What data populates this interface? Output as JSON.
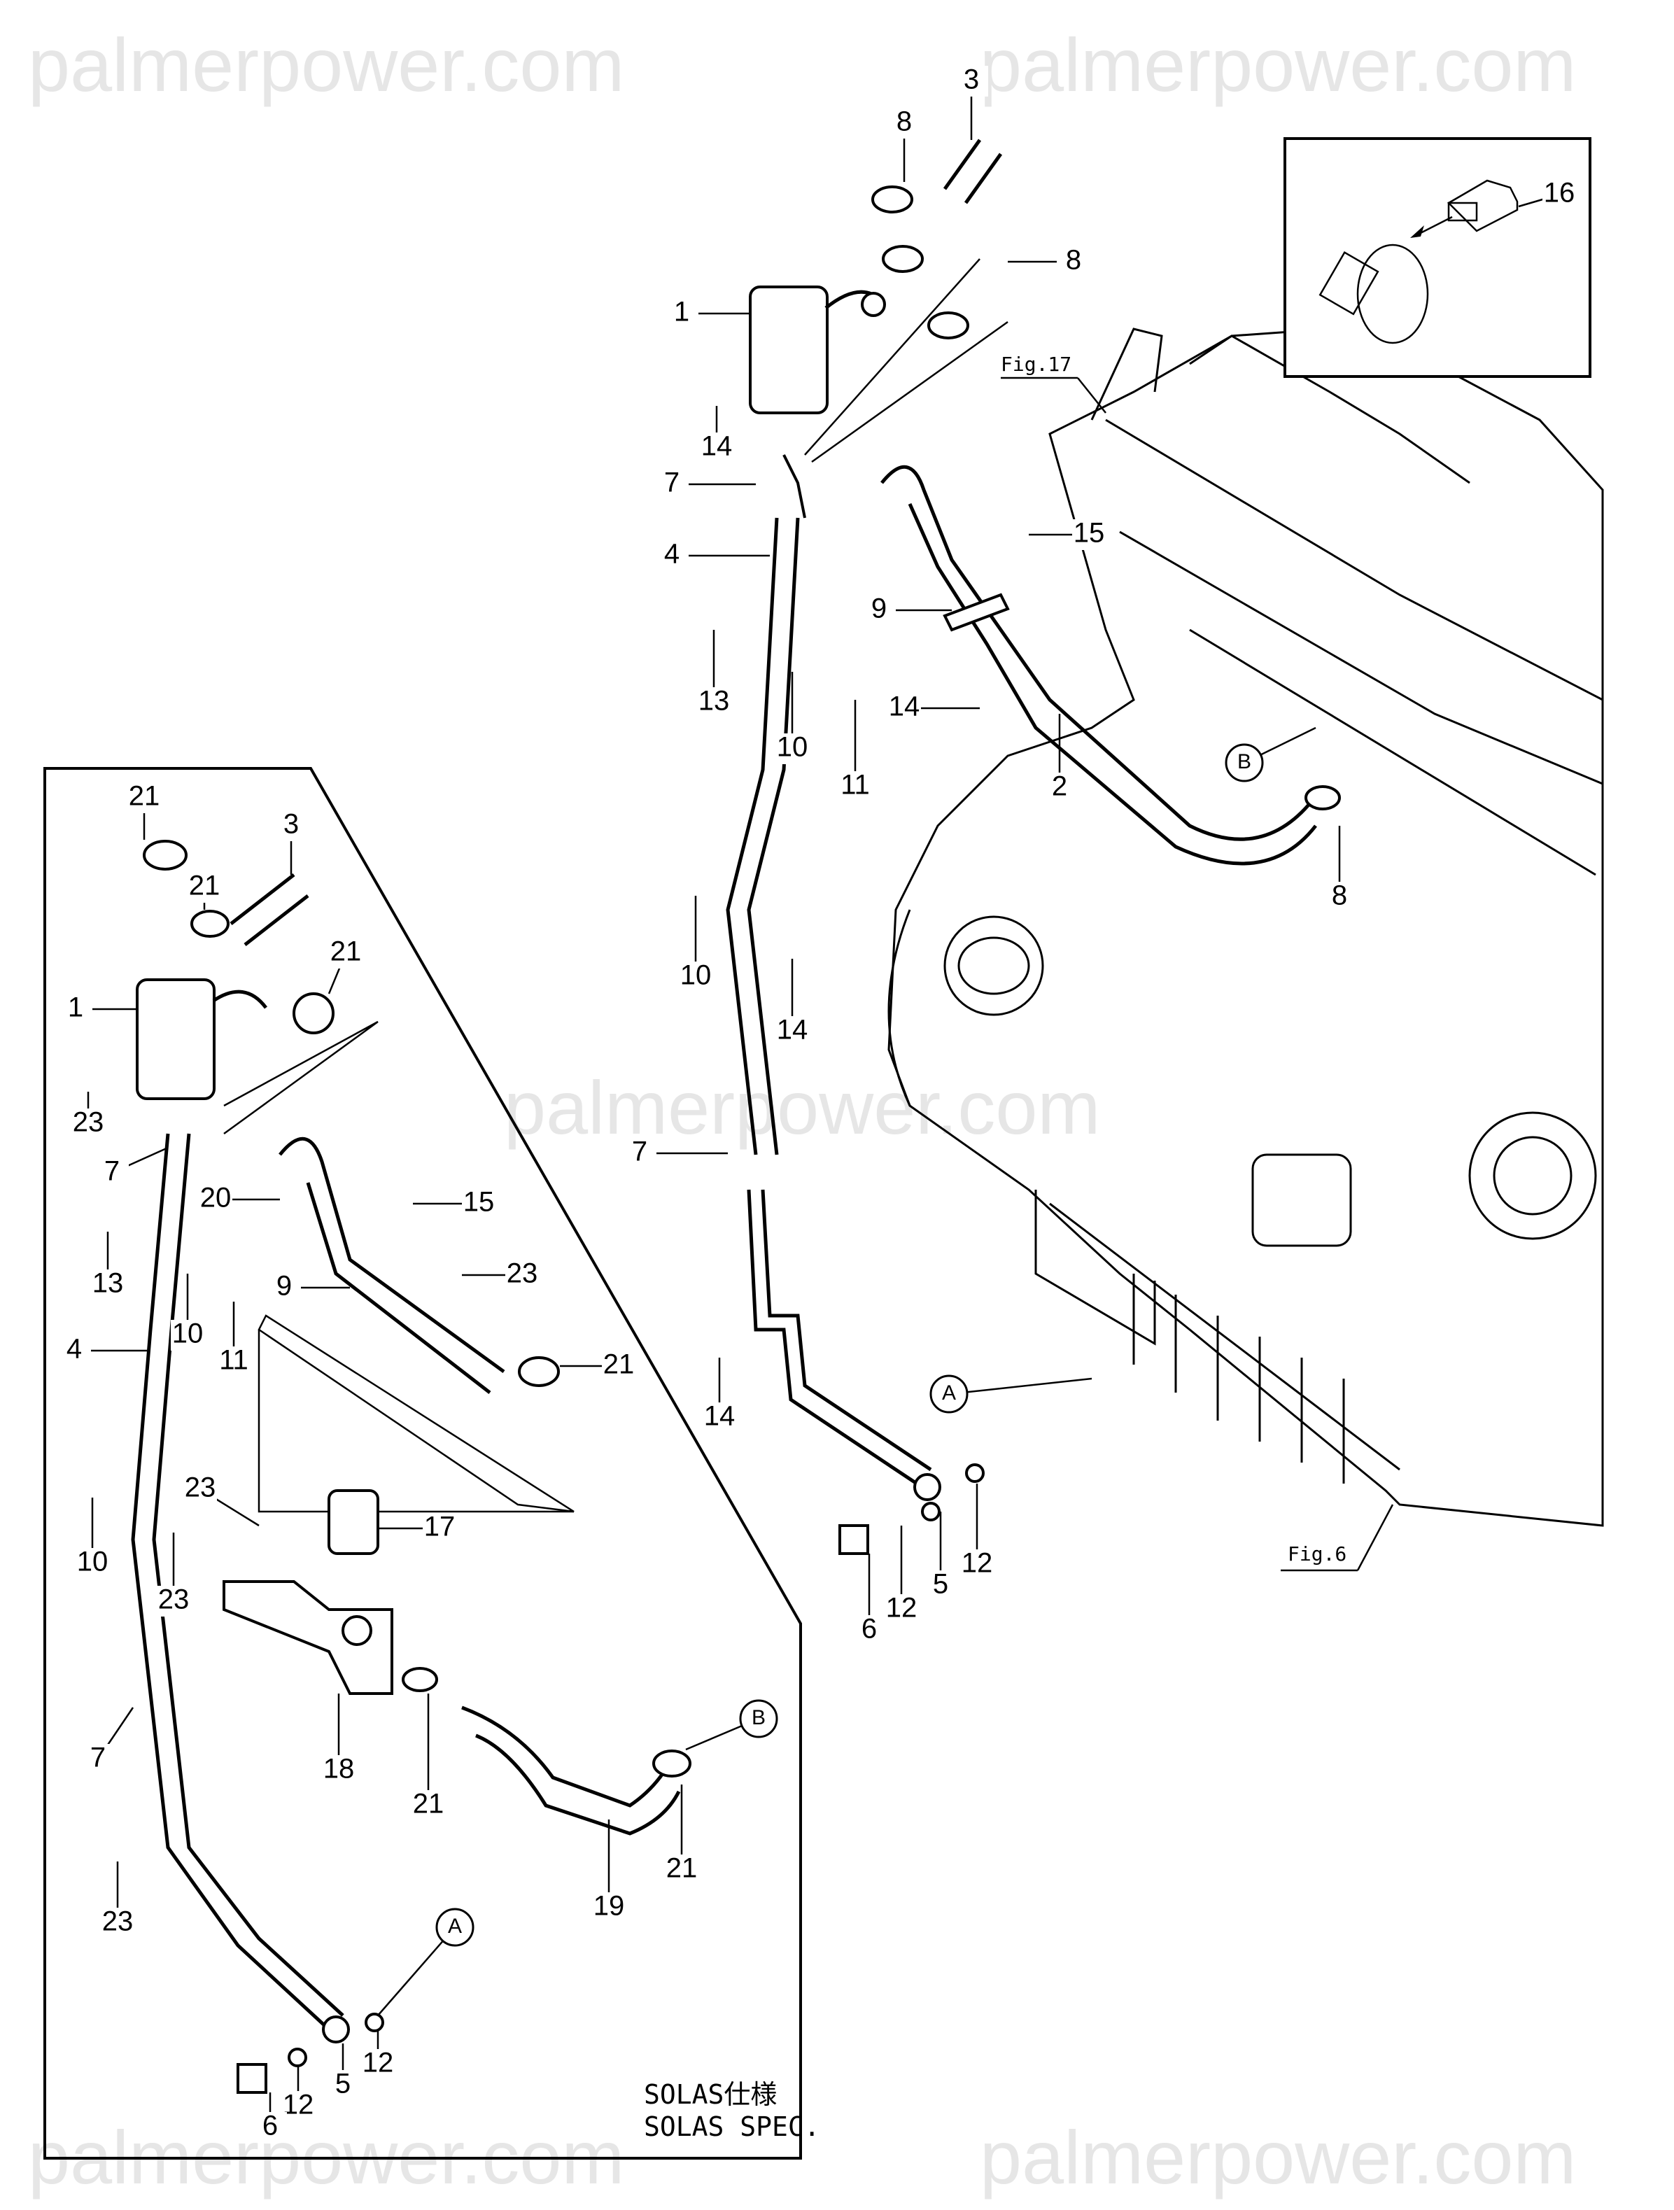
{
  "watermark": "palmerpower.com",
  "figure_refs": {
    "fig17": "Fig.17",
    "fig6": "Fig.6"
  },
  "solas": {
    "line1": "SOLAS仕様",
    "line2": "SOLAS SPEC."
  },
  "main_callouts": [
    "3",
    "8",
    "8",
    "1",
    "14",
    "7",
    "4",
    "15",
    "9",
    "13",
    "14",
    "10",
    "11",
    "2",
    "8",
    "10",
    "14",
    "7",
    "14",
    "6",
    "12",
    "5",
    "12"
  ],
  "main_refs": [
    "B",
    "A"
  ],
  "detail_callout": "16",
  "inset_callouts": [
    "21",
    "3",
    "21",
    "21",
    "1",
    "23",
    "7",
    "20",
    "15",
    "13",
    "23",
    "9",
    "10",
    "11",
    "4",
    "21",
    "23",
    "17",
    "10",
    "23",
    "7",
    "18",
    "21",
    "21",
    "19",
    "23",
    "12",
    "5",
    "12",
    "6"
  ],
  "inset_refs": [
    "B",
    "A"
  ]
}
